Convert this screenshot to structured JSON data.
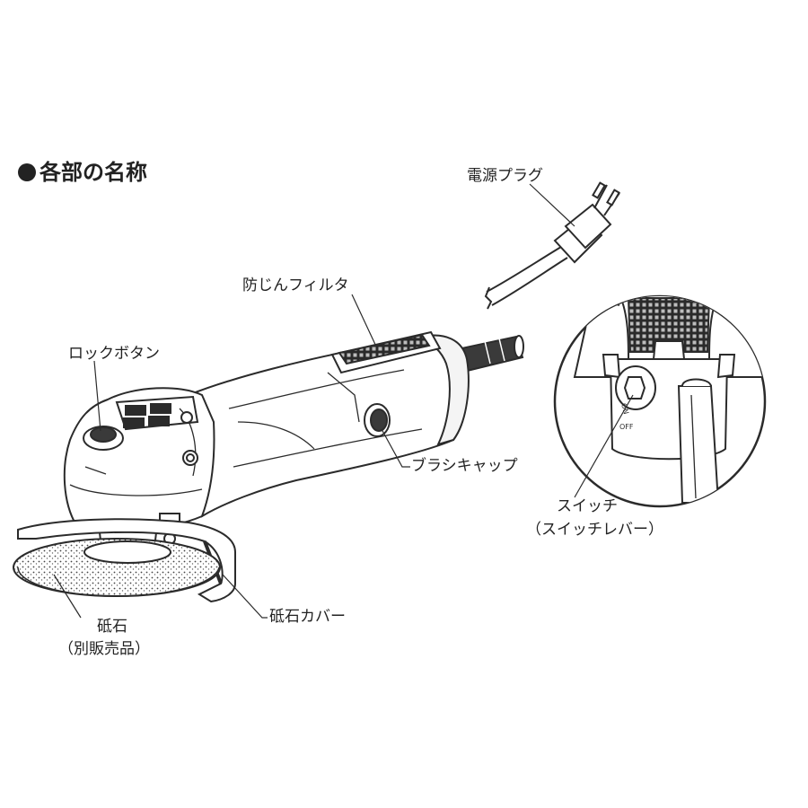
{
  "heading": "各部の名称",
  "labels": {
    "power_plug": "電源プラグ",
    "dust_filter": "防じんフィルタ",
    "lock_button": "ロックボタン",
    "brush_cap": "ブラシキャップ",
    "switch": "スイッチ",
    "switch_lever": "（スイッチレバー）",
    "wheel_cover": "砥石カバー",
    "grinding_wheel": "砥石",
    "sold_separately": "（別販売品）"
  },
  "switch_markings": {
    "on": "ON",
    "off": "OFF"
  },
  "colors": {
    "line": "#2b2b2b",
    "body": "#ffffff",
    "dark": "#333333"
  }
}
